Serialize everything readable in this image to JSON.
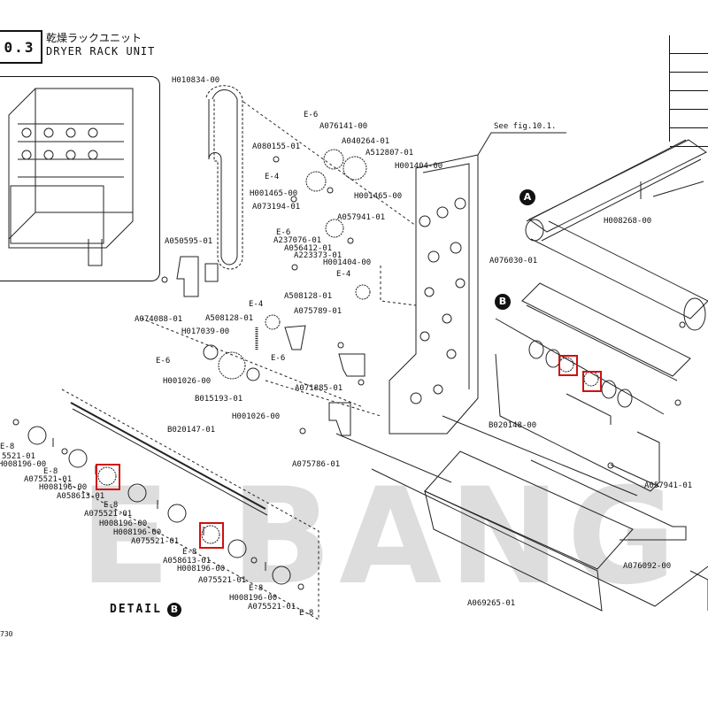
{
  "figure": {
    "number": "0.3",
    "title_jp": "乾燥ラックユニット",
    "title_en": "DRYER RACK UNIT",
    "see_ref": "See fig.10.1.",
    "detail_label": "DETAIL",
    "detail_mark": "B",
    "mark_a": "A",
    "mark_b": "B",
    "page_num": "730",
    "watermark": "E BANG",
    "highlight_color": "#d01010"
  },
  "labels": {
    "H010834_00": "H010834-00",
    "E6_a": "E-6",
    "A076141_00": "A076141-00",
    "A080155_01": "A080155-01",
    "A040264_01": "A040264-01",
    "A512807_01": "A512807-01",
    "E4_a": "E-4",
    "H001404_00_a": "H001404-00",
    "H001465_00_a": "H001465-00",
    "H001465_00_b": "H001465-00",
    "A073194_01": "A073194-01",
    "E6_b": "E-6",
    "A057941_01_a": "A057941-01",
    "A237076_01": "A237076-01",
    "A056412_01": "A056412-01",
    "A223373_01": "A223373-01",
    "H001404_00_b": "H001404-00",
    "A050595_01": "A050595-01",
    "E4_b": "E-4",
    "A508128_01_a": "A508128-01",
    "A074088_01": "A074088-01",
    "E4_c": "E-4",
    "A508128_01_b": "A508128-01",
    "A075789_01": "A075789-01",
    "H017039_00": "H017039-00",
    "E6_c": "E-6",
    "E6_d": "E-6",
    "H001026_00_a": "H001026-00",
    "B015193_01": "B015193-01",
    "H001026_00_b": "H001026-00",
    "A071885_01": "A071885-01",
    "A075786_01": "A075786-01",
    "H008268_00": "H008268-00",
    "A076030_01": "A076030-01",
    "B020148_00": "B020148-00",
    "A057941_01_b": "A057941-01",
    "A076092_00": "A076092-00",
    "A069265_01": "A069265-01",
    "B020147_01": "B020147-01",
    "E8_1": "E-8",
    "A075521_01_1": "5521-01",
    "H008196_00_1": "H008196-00",
    "E8_2": "E-8",
    "A075521_01_2": "A075521-01",
    "H008196_00_2": "H008196-00",
    "E8_3": "E-8",
    "A058613_01_1": "A058613-01",
    "A075521_01_3": "A075521-01",
    "H008196_00_3": "H008196-00",
    "H008196_00_4": "H008196-00",
    "A075521_01_4": "A075521-01",
    "E8_4": "E-8",
    "A058613_01_2": "A058613-01",
    "H008196_00_5": "H008196-00",
    "A075521_01_5": "A075521-01",
    "E8_5": "E-8",
    "H008196_00_6": "H008196-00",
    "A075521_01_6": "A075521-01",
    "E8_6": "E-8"
  }
}
